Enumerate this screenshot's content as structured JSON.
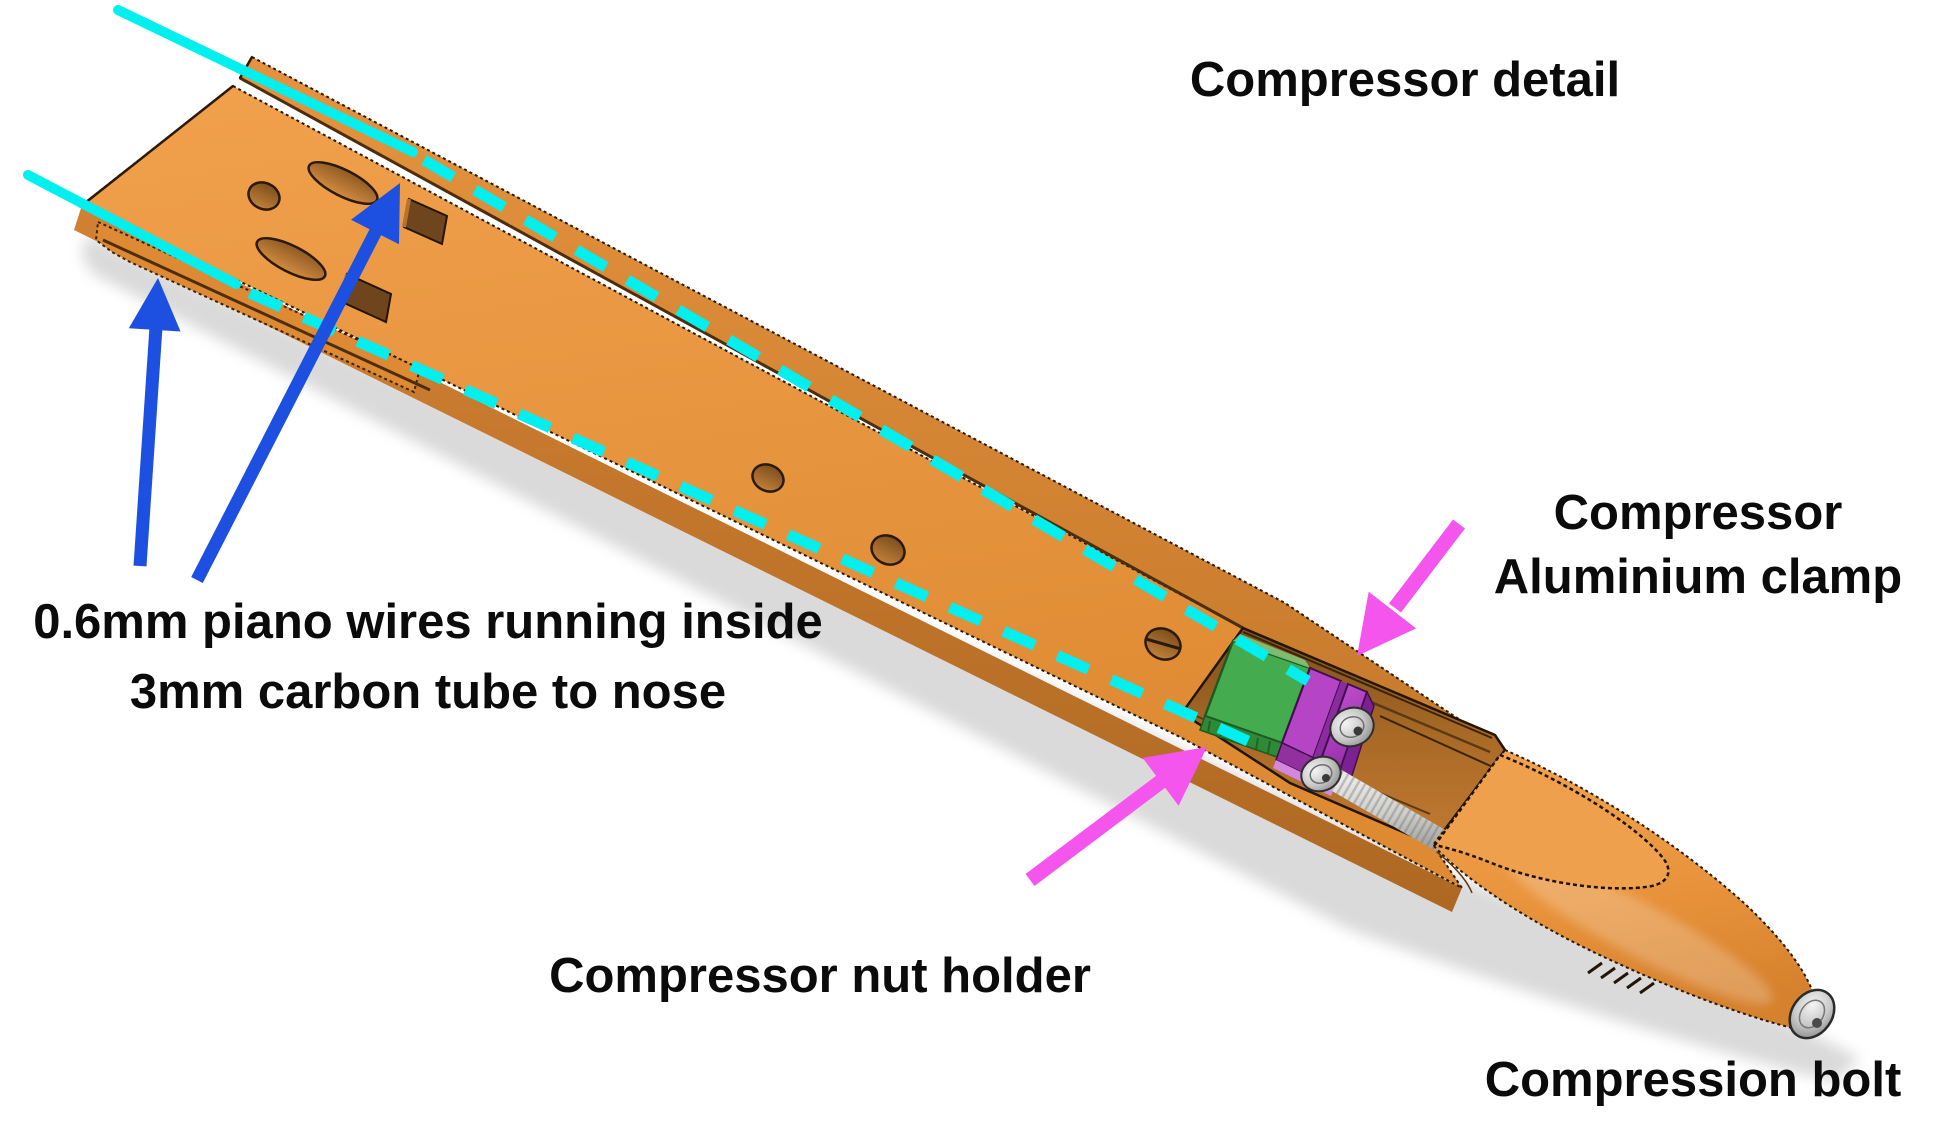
{
  "title": "Compressor detail",
  "annotations": {
    "piano_wires": {
      "line1": "0.6mm piano wires running inside",
      "line2": "3mm carbon tube to nose"
    },
    "aluminium_clamp": {
      "line1": "Compressor",
      "line2": "Aluminium clamp"
    },
    "nut_holder": {
      "label": "Compressor nut holder"
    },
    "compression_bolt": {
      "label": "Compression bolt"
    }
  },
  "parts": {
    "fuselage": "orange fuselage shell",
    "nut_holder_block": "green compressor nut holder",
    "aluminium_clamp_block": "purple compressor aluminium clamp",
    "compression_bolt_rod": "threaded compression bolt",
    "piano_wires": "0.6mm piano wires (cyan)"
  },
  "colors": {
    "body_orange": "#E9923C",
    "body_orange_light": "#F2A14F",
    "body_orange_dark": "#C9792B",
    "pocket_brown": "#8A5620",
    "wire_cyan": "#00EFEF",
    "arrow_blue": "#1D4FE0",
    "arrow_magenta": "#F455EC",
    "nut_holder_green": "#44AC4E",
    "clamp_purple": "#B545C5",
    "metal_gray": "#C9C9C9",
    "shadow_gray": "#D6D6D6",
    "text_black": "#0B0B0B"
  }
}
